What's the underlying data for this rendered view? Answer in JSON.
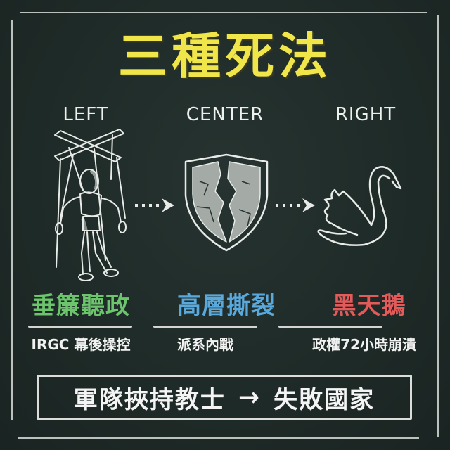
{
  "title": "三種死法",
  "colors": {
    "background": "#1f2b28",
    "title": "#f0e64a",
    "left": "#6cc46c",
    "center": "#5aa9dc",
    "right": "#e35a5a",
    "chalk": "#eef0ee"
  },
  "columns": [
    {
      "label": "LEFT",
      "icon": "puppet-on-strings-icon",
      "heading": "垂簾聽政",
      "subtitle": "IRGC 幕後操控"
    },
    {
      "label": "CENTER",
      "icon": "cracked-shield-icon",
      "heading": "高層撕裂",
      "subtitle": "派系內戰"
    },
    {
      "label": "RIGHT",
      "icon": "black-swan-icon",
      "heading": "黑天鵝",
      "subtitle": "政權72小時崩潰"
    }
  ],
  "connectors": [
    "dotted-arrow-icon",
    "dotted-arrow-icon"
  ],
  "bottom": {
    "left_text": "軍隊挾持教士",
    "arrow": "→",
    "right_text": "失敗國家"
  }
}
